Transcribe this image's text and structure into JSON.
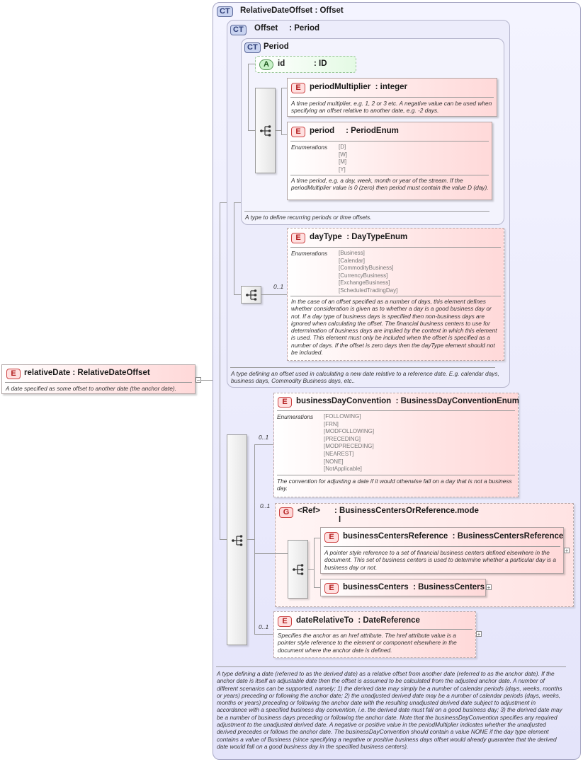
{
  "root": {
    "badge": "E",
    "title": "relativeDate : RelativeDateOffset",
    "desc": "A date specified as some offset to another date (the anchor date)."
  },
  "rdo": {
    "badge": "CT",
    "title": "RelativeDateOffset : Offset",
    "desc": "A type defining a date (referred to as the derived date) as a relative offset from another date (referred to as the anchor date). If the anchor date is itself an adjustable date then the offset is assumed to be calculated from the adjusted anchor date. A number of different scenarios can be supported, namely; 1) the derived date may simply be a number of calendar periods (days, weeks, months or years) preceding or following the anchor date; 2) the unadjusted derived date may be a number of calendar periods (days, weeks, months or years) preceding or following the anchor date with the resulting unadjusted derived date subject to adjustment in accordance with a specified business day convention, i.e. the derived date must fall on a good business day; 3) the derived date may be a number of business days preceding or following the anchor date. Note that the businessDayConvention specifies any required adjustment to the unadjusted derived date. A negative or positive value in the periodMultiplier indicates whether the unadjusted derived precedes or follows the anchor date. The businessDayConvention should contain a value NONE if the day type element contains a value of Business (since specifying a negative or positive business days offset would already guarantee that the derived date would fall on a good business day in the specified business centers)."
  },
  "offset": {
    "badge": "CT",
    "title": "Offset     : Period",
    "desc": "A type defining an offset used in calculating a new date relative to a reference date. E.g. calendar days, business days, Commodity Business days, etc.."
  },
  "period_type": {
    "badge": "CT",
    "title": "Period",
    "desc": "A type to define recurring periods or time offsets."
  },
  "attr_id": {
    "badge": "A",
    "name": "id",
    "type": ": ID"
  },
  "periodMultiplier": {
    "badge": "E",
    "title": "periodMultiplier  : integer",
    "desc": "A time period multiplier, e.g. 1, 2 or 3 etc. A negative value can be used when specifying an offset relative to another date, e.g. -2 days."
  },
  "period": {
    "badge": "E",
    "title": "period     : PeriodEnum",
    "enum_label": "Enumerations",
    "enums": [
      "[D]",
      "[W]",
      "[M]",
      "[Y]"
    ],
    "desc": "A time period, e.g. a day, week, month or year of the stream. If the periodMultiplier value is 0 (zero) then period must contain the value D (day)."
  },
  "dayType": {
    "badge": "E",
    "title": "dayType  : DayTypeEnum",
    "occurs": "0..1",
    "enum_label": "Enumerations",
    "enums": [
      "[Business]",
      "[Calendar]",
      "[CommodityBusiness]",
      "[CurrencyBusiness]",
      "[ExchangeBusiness]",
      "[ScheduledTradingDay]"
    ],
    "desc": "In the case of an offset specified as a number of days, this element defines whether consideration is given as to whether a day is a good business day or not. If a day type of business days is specified then non-business days are ignored when calculating the offset. The financial business centers to use for determination of business days are implied by the context in which this element is used. This element must only be included when the offset is specified as a number of days. If the offset is zero days then the dayType element should not be included."
  },
  "bdc": {
    "badge": "E",
    "title": "businessDayConvention  : BusinessDayConventionEnum",
    "occurs": "0..1",
    "enum_label": "Enumerations",
    "enums": [
      "[FOLLOWING]",
      "[FRN]",
      "[MODFOLLOWING]",
      "[PRECEDING]",
      "[MODPRECEDING]",
      "[NEAREST]",
      "[NONE]",
      "[NotApplicable]"
    ],
    "desc": "The convention for adjusting a date if it would otherwise fall on a day that is not a business day."
  },
  "group": {
    "badge": "G",
    "ref": "<Ref>",
    "type_line1": ": BusinessCentersOrReference.mode",
    "type_line2": "l",
    "occurs": "0..1"
  },
  "bcRef": {
    "badge": "E",
    "title": "businessCentersReference  : BusinessCentersReference",
    "desc": "A pointer style reference to a set of financial business centers defined elsewhere in the document. This set of business centers is used to determine whether a particular day is a business day or not."
  },
  "bc": {
    "badge": "E",
    "title": "businessCenters  : BusinessCenters"
  },
  "drt": {
    "badge": "E",
    "title": "dateRelativeTo  : DateReference",
    "occurs": "0..1",
    "desc": "Specifies the anchor as an href attribute. The href attribute value is a pointer style reference to the element or component elsewhere in the document where the anchor date is defined."
  },
  "icons": {
    "sequence": "sequence-icon",
    "expand": "plus-icon"
  }
}
